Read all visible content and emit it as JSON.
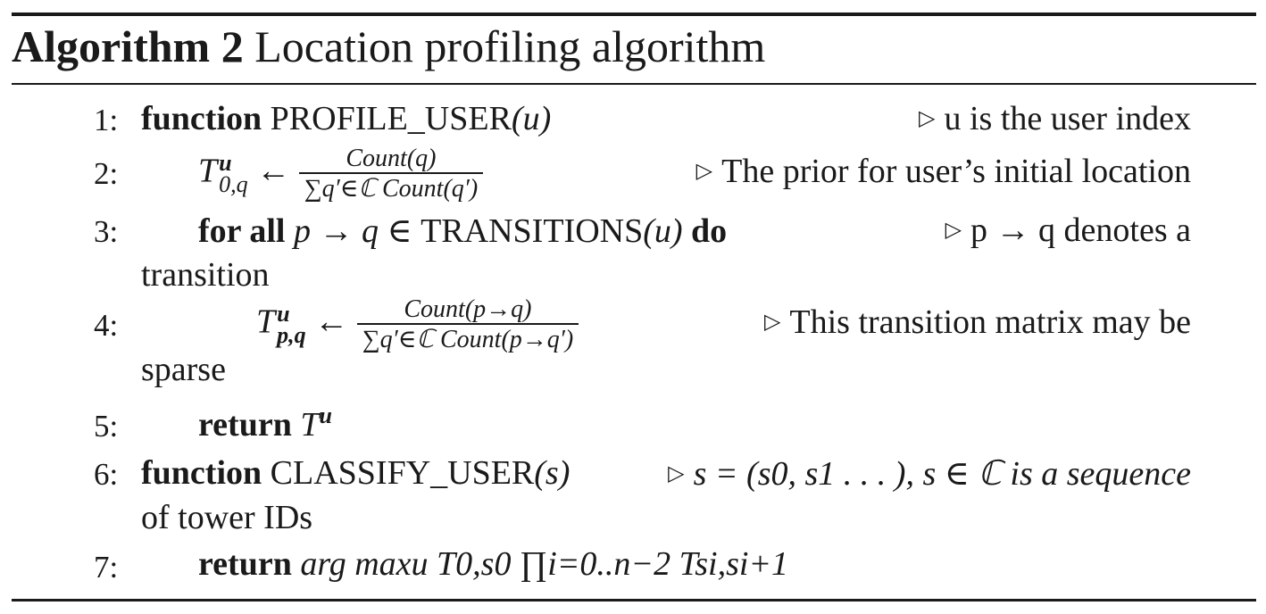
{
  "algorithm": {
    "label": "Algorithm 2",
    "title": "Location profiling algorithm"
  },
  "lines": [
    {
      "num": "1:",
      "keyword": "function",
      "name": "PROFILE_USER",
      "arg": "(u)",
      "comment": "u is the user index"
    },
    {
      "num": "2:",
      "lhs": "T",
      "lhs_sup": "u",
      "lhs_sub": "0,q",
      "arrow": "←",
      "frac_num": "Count(q)",
      "frac_den": "∑q′∈ℂ Count(q′)",
      "comment": "The prior for user’s initial location"
    },
    {
      "num": "3:",
      "keyword": "for all",
      "expr": "p → q ∈",
      "name": "TRANSITIONS",
      "arg": "(u)",
      "keyword2": "do",
      "comment": "p → q denotes a",
      "wrap": "transition"
    },
    {
      "num": "4:",
      "lhs": "T",
      "lhs_sup": "u",
      "lhs_sub": "p,q",
      "arrow": "←",
      "frac_num": "Count(p→q)",
      "frac_den": "∑q′∈ℂ Count(p→q′)",
      "comment": "This transition matrix may be",
      "wrap": "sparse"
    },
    {
      "num": "5:",
      "keyword": "return",
      "expr": "T",
      "expr_sup": "u"
    },
    {
      "num": "6:",
      "keyword": "function",
      "name": "CLASSIFY_USER",
      "arg": "(s)",
      "comment": "s = (s0, s1 . . . ), s ∈ ℂ is a sequence",
      "wrap": "of tower IDs"
    },
    {
      "num": "7:",
      "keyword": "return",
      "expr": "arg maxu T0,s0 ∏i=0..n−2 Tsi,si+1"
    }
  ],
  "glyphs": {
    "comment_marker": "▷"
  }
}
